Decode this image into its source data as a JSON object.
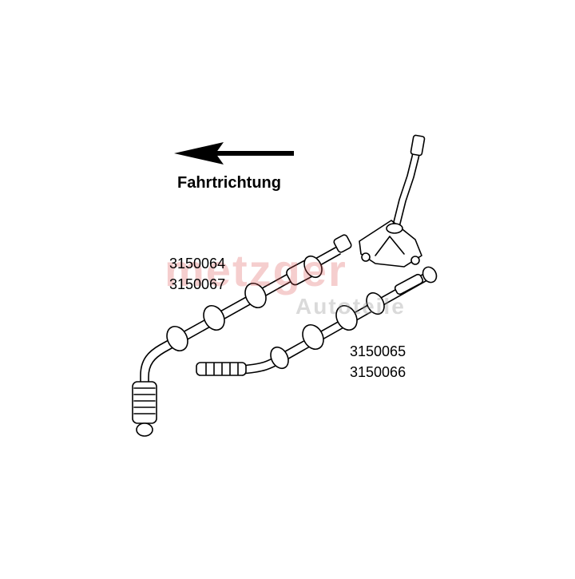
{
  "direction_label": "Fahrtrichtung",
  "part_numbers": {
    "upper": [
      "3150064",
      "3150067"
    ],
    "lower": [
      "3150065",
      "3150066"
    ]
  },
  "watermark": {
    "brand": "metzger",
    "sub": "Autoteile"
  },
  "icons": {
    "arrow": "arrow-left-icon",
    "shifter": "gear-shifter-icon"
  }
}
